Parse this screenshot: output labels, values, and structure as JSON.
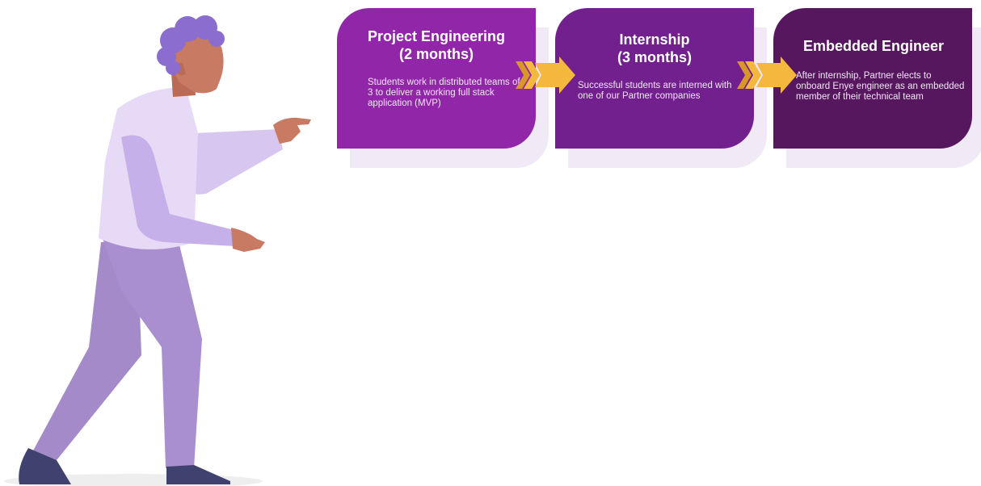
{
  "colors": {
    "step1": "#9127a8",
    "step2": "#72208e",
    "step3": "#56175f",
    "arrow": "#f5b83e",
    "shadow": "#f1eaf6"
  },
  "illustration": {
    "icon": "walking-person-illustration"
  },
  "steps": [
    {
      "title": "Project Engineering\n(2 months)",
      "description": "Students work in distributed teams of 3 to deliver a working full stack application (MVP)"
    },
    {
      "title": "Internship\n(3 months)",
      "description": "Successful students are interned with one of our Partner companies"
    },
    {
      "title": "Embedded Engineer",
      "description": "After internship, Partner elects to onboard Enye engineer as an embedded member of their technical team"
    }
  ],
  "connectors": [
    {
      "icon": "chevron-arrow-right-icon"
    },
    {
      "icon": "chevron-arrow-right-icon"
    }
  ]
}
